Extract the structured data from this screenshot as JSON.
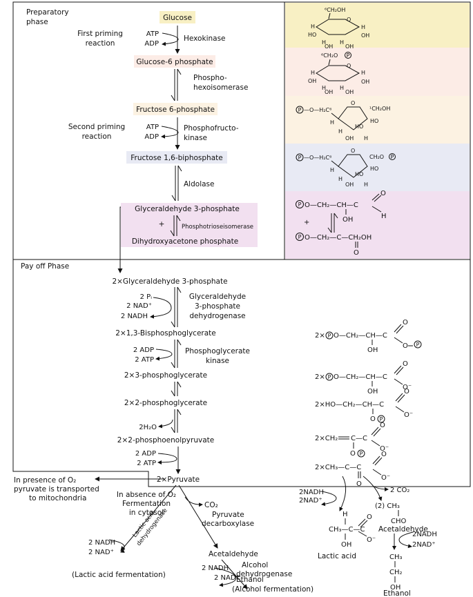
{
  "colors": {
    "glucose": "#f8f0c4",
    "g6p": "#fcece6",
    "f6p": "#fcf2e2",
    "fbp": "#e8eaf4",
    "triose": "#f2e0f0"
  },
  "phases": {
    "preparatory": [
      "Preparatory",
      "phase"
    ],
    "payoff": "Pay off Phase"
  },
  "prep": {
    "glucose": "Glucose",
    "g6p": "Glucose-6 phosphate",
    "f6p": "Fructose 6-phosphate",
    "fbp": "Fructose 1,6-biphosphate",
    "gap": "Glyceraldehyde 3-phosphate",
    "plus": "+",
    "dhap": "Dihydroxyacetone phosphate",
    "first_priming": [
      "First priming",
      "reaction"
    ],
    "second_priming": [
      "Second priming",
      "reaction"
    ],
    "atp": "ATP",
    "adp": "ADP",
    "hexokinase": "Hexokinase",
    "phosphohexoisomerase": [
      "Phospho-",
      "hexoisomerase"
    ],
    "pfk": [
      "Phosphofructo-",
      "kinase"
    ],
    "aldolase": "Aldolase",
    "tpi": "Phosphotrioseisomerase"
  },
  "payoff": {
    "gap2": "2×Glyceraldehyde 3-phosphate",
    "pi": "2 Pᵢ",
    "nad": "2 NAD⁺",
    "nadh": "2 NADH",
    "gapdh": [
      "Glyceraldehyde",
      "3-phosphate",
      "dehydrogenase"
    ],
    "bpg": "2×1,3-Bisphosphoglycerate",
    "adp2": "2 ADP",
    "atp2": "2 ATP",
    "pgk": [
      "Phosphoglycerate",
      "kinase"
    ],
    "pg3": "2×3-phosphoglycerate",
    "pg2": "2×2-phosphoglycerate",
    "water": "2H₂O",
    "pep": "2×2-phosphoenolpyruvate",
    "pyruvate": "2×Pyruvate"
  },
  "fates": {
    "aerobic": [
      "In presence of O₂",
      "pyruvate is transported",
      "to mitochondria"
    ],
    "anaerobic": [
      "In absence of O₂",
      "Fermentation",
      "in cytosol"
    ],
    "co2": "CO₂",
    "pdc": [
      "Pyruvate",
      "decarboxylase"
    ],
    "acetaldehyde": "Acetaldehyde",
    "adh": [
      "Alcohol",
      "dehydrogenase"
    ],
    "nadh": "2 NADH",
    "nad": "2 NAD⁺",
    "ethanol": "Ethanol",
    "alcohol_ferm": "(Alcohol fermentation)",
    "ldh": [
      "Lactic acid",
      "dehydrogenase"
    ],
    "lactic_ferm": "(Lactic acid fermentation)"
  },
  "right": {
    "nadh": "2NADH",
    "nad": "2NAD⁺",
    "co2": "2 CO₂",
    "two_ch3": "(2)  CH₃",
    "cho": "CHO",
    "acetaldehyde": "Acetaldehyde",
    "nadh2": "2NADH",
    "nad2": "2NAD⁺",
    "lactic": "Lactic acid",
    "ethanol": "Ethanol"
  }
}
